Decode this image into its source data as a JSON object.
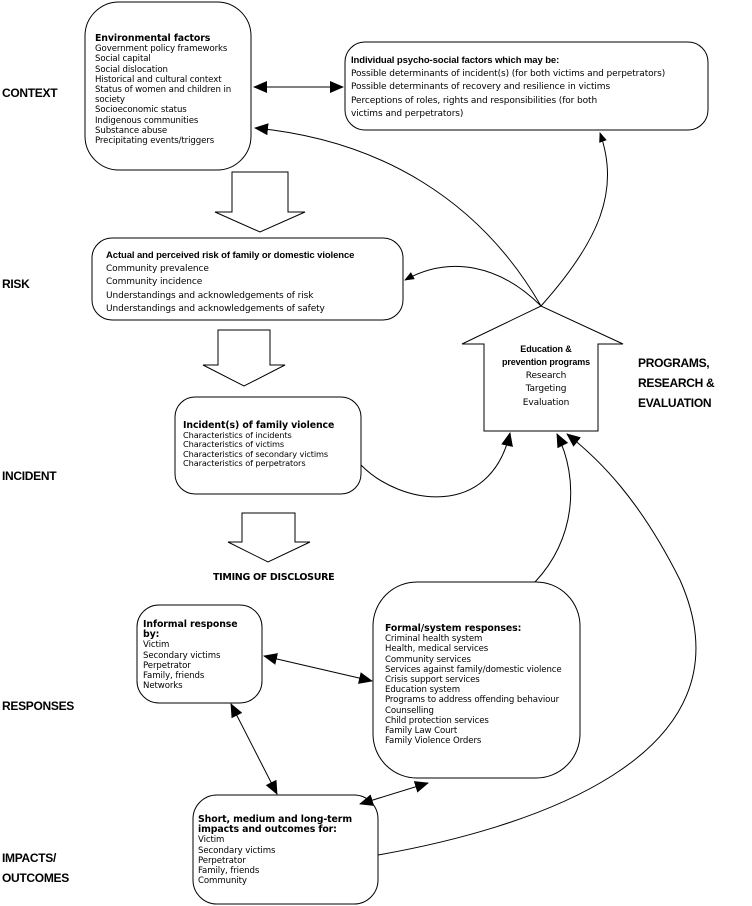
{
  "stages": {
    "context": "CONTEXT",
    "risk": "RISK",
    "incident": "INCIDENT",
    "responses": "RESPONSES",
    "impacts_1": "IMPACTS/",
    "impacts_2": "OUTCOMES",
    "programs_1": "PROGRAMS,",
    "programs_2": "RESEARCH &",
    "programs_3": "EVALUATION"
  },
  "environmental": {
    "title": "Environmental factors",
    "items": [
      "Government policy frameworks",
      "Social capital",
      "Social dislocation",
      "Historical and cultural context",
      "Status of women and children in",
      "society",
      "Socioeconomic status",
      "Indigenous communities",
      "Substance abuse",
      "Precipitating events/triggers"
    ]
  },
  "psychosocial": {
    "title": "Individual psycho-social factors which may be:",
    "items": [
      "Possible determinants of incident(s) (for both victims and perpetrators)",
      "Possible determinants of recovery and resilience in victims",
      "Perceptions of roles, rights and responsibilities (for both",
      "victims and perpetrators)"
    ]
  },
  "risk": {
    "title": "Actual and perceived risk of family or domestic violence",
    "items": [
      "Community prevalence",
      "Community incidence",
      "Understandings and acknowledgements of risk",
      "Understandings and acknowledgements of safety"
    ]
  },
  "incident": {
    "title": "Incident(s) of family violence",
    "items": [
      "Characteristics of incidents",
      "Characteristics of victims",
      "Characteristics of secondary victims",
      "Characteristics of perpetrators"
    ]
  },
  "timing": "TIMING OF DISCLOSURE",
  "programs": {
    "title_1": "Education &",
    "title_2": "prevention programs",
    "items": [
      "Research",
      "Targeting",
      "Evaluation"
    ]
  },
  "informal": {
    "title_1": "Informal response",
    "title_2": "by:",
    "items": [
      "Victim",
      "Secondary victims",
      "Perpetrator",
      "Family, friends",
      "Networks"
    ]
  },
  "formal": {
    "title": "Formal/system responses:",
    "items": [
      "Criminal health system",
      "Health, medical services",
      "Community services",
      "Services against family/domestic violence",
      "Crisis support services",
      "Education system",
      "Programs to address offending behaviour",
      "Counselling",
      "Child protection services",
      "Family Law Court",
      "Family Violence Orders"
    ]
  },
  "impacts": {
    "title_1": "Short, medium and long-term",
    "title_2": "impacts and outcomes for:",
    "items": [
      "Victim",
      "Secondary victims",
      "Perpetrator",
      "Family, friends",
      "Community"
    ]
  }
}
